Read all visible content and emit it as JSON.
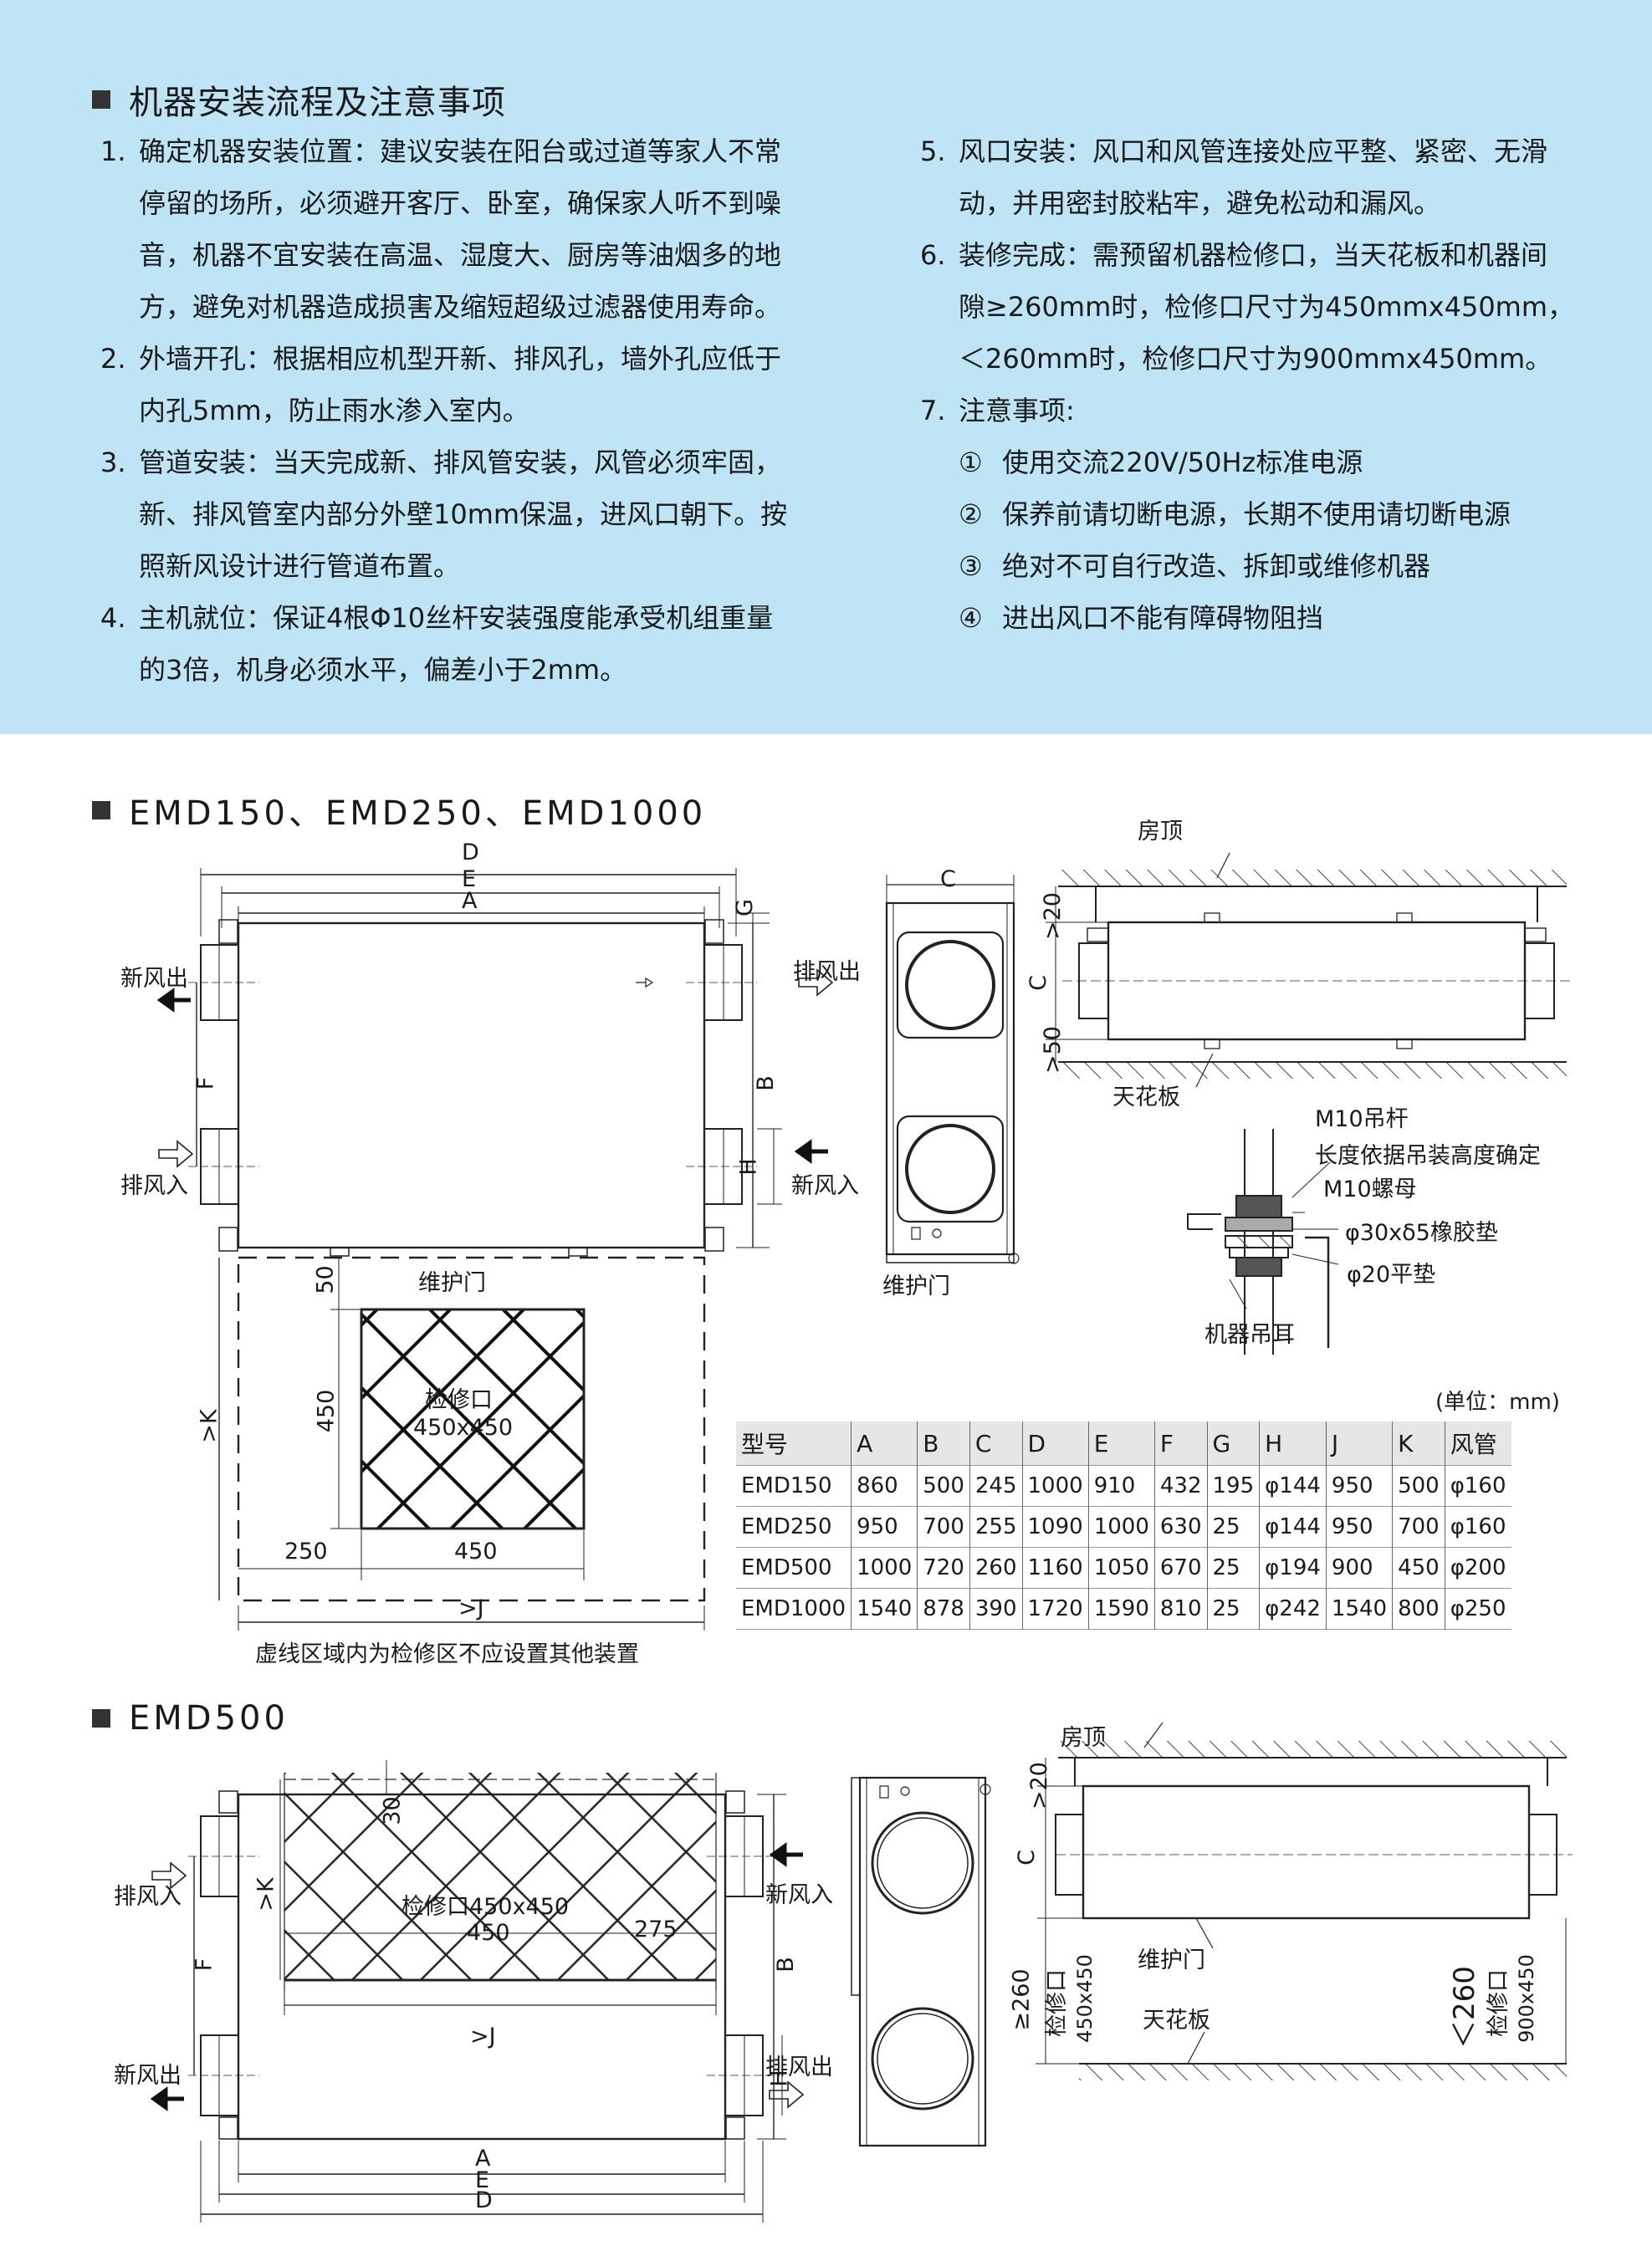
{
  "install": {
    "title": "机器安装流程及注意事项",
    "left": [
      {
        "num": "1.",
        "lines": [
          "确定机器安装位置：建议安装在阳台或过道等家人不常",
          "停留的场所，必须避开客厅、卧室，确保家人听不到噪",
          "音，机器不宜安装在高温、湿度大、厨房等油烟多的地",
          "方，避免对机器造成损害及缩短超级过滤器使用寿命。"
        ]
      },
      {
        "num": "2.",
        "lines": [
          "外墙开孔：根据相应机型开新、排风孔，墙外孔应低于",
          "内孔5mm，防止雨水渗入室内。"
        ]
      },
      {
        "num": "3.",
        "lines": [
          "管道安装：当天完成新、排风管安装，风管必须牢固，",
          "新、排风管室内部分外壁10mm保温，进风口朝下。按",
          "照新风设计进行管道布置。"
        ]
      },
      {
        "num": "4.",
        "lines": [
          "主机就位：保证4根Φ10丝杆安装强度能承受机组重量",
          "的3倍，机身必须水平，偏差小于2mm。"
        ]
      }
    ],
    "right": [
      {
        "num": "5.",
        "lines": [
          "风口安装：风口和风管连接处应平整、紧密、无滑",
          "动，并用密封胶粘牢，避免松动和漏风。"
        ]
      },
      {
        "num": "6.",
        "lines": [
          "装修完成：需预留机器检修口，当天花板和机器间",
          "隙≥260mm时，检修口尺寸为450mmx450mm，",
          "＜260mm时，检修口尺寸为900mmx450mm。"
        ]
      },
      {
        "num": "7.",
        "lines": [
          "注意事项:"
        ]
      }
    ],
    "notes": [
      {
        "c": "①",
        "t": "使用交流220V/50Hz标准电源"
      },
      {
        "c": "②",
        "t": "保养前请切断电源，长期不使用请切断电源"
      },
      {
        "c": "③",
        "t": "绝对不可自行改造、拆卸或维修机器"
      },
      {
        "c": "④",
        "t": "进出风口不能有障碍物阻挡"
      }
    ]
  },
  "section1": {
    "title": "EMD150、EMD250、EMD1000",
    "labels": {
      "D": "D",
      "E": "E",
      "A": "A",
      "G": "G",
      "F": "F",
      "B": "B",
      "H": "H",
      "C": "C",
      "K": ">K",
      "J": ">J",
      "gt20": ">20",
      "gt50": ">50",
      "d50": "50",
      "d450a": "450",
      "d250": "250",
      "d450b": "450",
      "fresh_out": "新风出",
      "exhaust_in": "排风入",
      "exhaust_out": "排风出",
      "fresh_in": "新风入",
      "door": "维护门",
      "door2": "维护门",
      "inspect": "检修口",
      "inspect_size": "450x450",
      "roof": "房顶",
      "ceiling": "天花板",
      "rod": "M10吊杆",
      "rod_len": "长度依据吊装高度确定",
      "nut": "M10螺母",
      "rubber": "φ30xδ5橡胶垫",
      "washer": "φ20平垫",
      "ear": "机器吊耳",
      "note": "虚线区域内为检修区不应设置其他装置"
    }
  },
  "table": {
    "unit": "(单位：mm)",
    "headers": [
      "型号",
      "A",
      "B",
      "C",
      "D",
      "E",
      "F",
      "G",
      "H",
      "J",
      "K",
      "风管"
    ],
    "rows": [
      [
        "EMD150",
        "860",
        "500",
        "245",
        "1000",
        "910",
        "432",
        "195",
        "φ144",
        "950",
        "500",
        "φ160"
      ],
      [
        "EMD250",
        "950",
        "700",
        "255",
        "1090",
        "1000",
        "630",
        "25",
        "φ144",
        "950",
        "700",
        "φ160"
      ],
      [
        "EMD500",
        "1000",
        "720",
        "260",
        "1160",
        "1050",
        "670",
        "25",
        "φ194",
        "900",
        "450",
        "φ200"
      ],
      [
        "EMD1000",
        "1540",
        "878",
        "390",
        "1720",
        "1590",
        "810",
        "25",
        "φ242",
        "1540",
        "800",
        "φ250"
      ]
    ]
  },
  "section2": {
    "title": "EMD500",
    "labels": {
      "exhaust_in": "排风入",
      "fresh_in": "新风入",
      "fresh_out": "新风出",
      "exhaust_out": "排风出",
      "K": ">K",
      "d30": "30",
      "inspect": "检修口450x450",
      "d450": "450",
      "d275": "275",
      "J": ">J",
      "F": "F",
      "B": "B",
      "H": "H",
      "A": "A",
      "E": "E",
      "D": "D",
      "C": "C",
      "gt20": ">20",
      "roof": "房顶",
      "door": "维护门",
      "ceiling": "天花板",
      "ge260": "≥260",
      "insp1": "检修口",
      "insp1_size": "450x450",
      "lt260": "＜260",
      "insp2": "检修口",
      "insp2_size": "900x450"
    }
  }
}
